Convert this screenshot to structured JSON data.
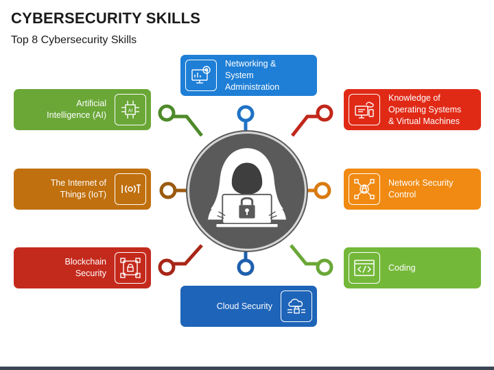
{
  "header": {
    "title": "CYBERSECURITY SKILLS",
    "subtitle": "Top 8 Cybersecurity Skills"
  },
  "skills": [
    {
      "label": "Networking &\nSystem\nAdministration",
      "color": "#1f7fd6",
      "icon": "monitor-gear-icon"
    },
    {
      "label": "Knowledge of\nOperating Systems\n& Virtual Machines",
      "color": "#e02a16",
      "icon": "computer-cloud-icon"
    },
    {
      "label": "Network Security\nControl",
      "color": "#f08a12",
      "icon": "lock-network-icon"
    },
    {
      "label": "Coding",
      "color": "#74b83a",
      "icon": "code-window-icon"
    },
    {
      "label": "Cloud Security",
      "color": "#1e64b8",
      "icon": "cloud-lock-icon"
    },
    {
      "label": "Blockchain\nSecurity",
      "color": "#c42a1c",
      "icon": "blockchain-lock-icon"
    },
    {
      "label": "The Internet of\nThings (IoT)",
      "color": "#c0700e",
      "icon": "iot-icon"
    },
    {
      "label": "Artificial\nIntelligence (AI)",
      "color": "#6aa737",
      "icon": "ai-chip-icon"
    }
  ],
  "connector_colors": {
    "ai": "#4e8a2a",
    "networking": "#1f72c4",
    "os": "#c1261a",
    "iot": "#9a5a10",
    "netsec": "#d97a10",
    "blockchain": "#a82618",
    "cloud": "#1e5fae",
    "coding": "#6aa737"
  },
  "hub": {
    "icon": "hooded-hacker-laptop-icon",
    "color": "#5a5a5a"
  }
}
